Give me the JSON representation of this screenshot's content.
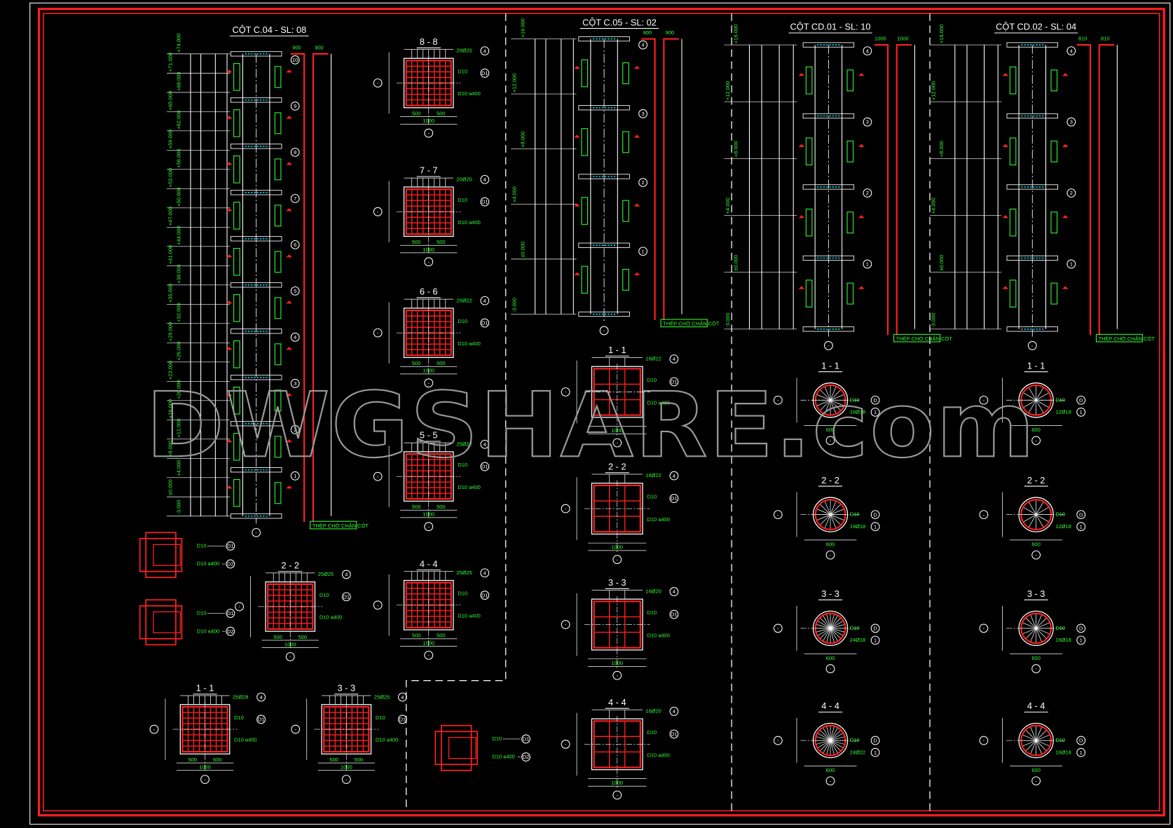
{
  "colors": {
    "background": "#000000",
    "frame": "#ff2020",
    "lines": "#ffffff",
    "text": "#33ff33",
    "hatch": "#00e5ff"
  },
  "watermark": "DWGSHARE.com",
  "panels": [
    {
      "title": "CỘT C.04 - SL: 08",
      "elevations": [
        "+74.000",
        "+71.000",
        "+68.000",
        "+65.000",
        "+62.000",
        "+59.000",
        "+56.000",
        "+53.000",
        "+50.000",
        "+47.000",
        "+44.000",
        "+41.000",
        "+38.000",
        "+35.000",
        "+32.000",
        "+29.000",
        "+26.000",
        "+23.000",
        "+20.000",
        "+16.000",
        "+12.000",
        "+8.000",
        "+4.000",
        "±0.000",
        "-3.000"
      ],
      "top_dims": [
        "900",
        "900"
      ],
      "note": "THÉP CHỜ CHÂN CỘT"
    },
    {
      "title": "CỘT C.05 - SL: 02",
      "elevations": [
        "+16.000",
        "+12.000",
        "+8.000",
        "+4.000",
        "±0.000",
        "-3.000"
      ],
      "top_dims": [
        "900",
        "900"
      ],
      "note": "THÉP CHỜ CHÂN CỘT"
    },
    {
      "title": "CỘT CD.01 - SL: 10",
      "elevations": [
        "+16.000",
        "+12.000",
        "+8.000",
        "+4.000",
        "±0.000",
        "-3.000"
      ],
      "top_dims": [
        "1000",
        "1000"
      ],
      "note": "THÉP CHỜ CHÂN CỘT"
    },
    {
      "title": "CỘT CD.02 - SL: 04",
      "elevations": [
        "+16.000",
        "+12.000",
        "+8.000",
        "+4.000",
        "±0.000",
        "-3.000"
      ],
      "top_dims": [
        "810",
        "810"
      ],
      "note": "THÉP CHỜ CHÂN CỘT"
    }
  ],
  "sections_c04": [
    {
      "label": "8 - 8",
      "bars": "20Ø20",
      "stirrup": "D10",
      "tie": "D10 a400",
      "bottom": "1000",
      "half": "500"
    },
    {
      "label": "7 - 7",
      "bars": "20Ø20",
      "stirrup": "D10",
      "tie": "D10 a400",
      "bottom": "1000",
      "half": "500"
    },
    {
      "label": "6 - 6",
      "bars": "25Ø22",
      "stirrup": "D10",
      "tie": "D10 a400",
      "bottom": "1000",
      "half": "500"
    },
    {
      "label": "5 - 5",
      "bars": "25Ø22",
      "stirrup": "D10",
      "tie": "D10 a400",
      "bottom": "1000",
      "half": "500"
    },
    {
      "label": "4 - 4",
      "bars": "25Ø25",
      "stirrup": "D10",
      "tie": "D10 a400",
      "bottom": "1000",
      "half": "500"
    },
    {
      "label": "2 - 2",
      "bars": "25Ø25",
      "stirrup": "D10",
      "tie": "D10 a400",
      "bottom": "1000",
      "half": "500"
    },
    {
      "label": "1 - 1",
      "bars": "25Ø28",
      "stirrup": "D10",
      "tie": "D10 a400",
      "bottom": "1000",
      "half": "500"
    },
    {
      "label": "3 - 3",
      "bars": "25Ø25",
      "stirrup": "D10",
      "tie": "D10 a400",
      "bottom": "1000",
      "half": "500"
    }
  ],
  "sections_c05": [
    {
      "label": "1 - 1",
      "bars": "16Ø22",
      "stirrup": "D10",
      "tie": "D10 a400",
      "bottom": "1000"
    },
    {
      "label": "2 - 2",
      "bars": "16Ø22",
      "stirrup": "D10",
      "tie": "D10 a400",
      "bottom": "1000"
    },
    {
      "label": "3 - 3",
      "bars": "16Ø20",
      "stirrup": "D10",
      "tie": "D10 a400",
      "bottom": "1000"
    },
    {
      "label": "4 - 4",
      "bars": "16Ø20",
      "stirrup": "D10",
      "tie": "D10 a400",
      "bottom": "1000"
    }
  ],
  "sections_cd01": [
    {
      "label": "1 - 1",
      "bars": "16Ø18",
      "stirrup": "D10",
      "bottom": "600"
    },
    {
      "label": "2 - 2",
      "bars": "16Ø18",
      "stirrup": "D10",
      "bottom": "600"
    },
    {
      "label": "3 - 3",
      "bars": "24Ø18",
      "stirrup": "D10",
      "bottom": "600"
    },
    {
      "label": "4 - 4",
      "bars": "24Ø22",
      "stirrup": "D10",
      "bottom": "600"
    }
  ],
  "sections_cd02": [
    {
      "label": "1 - 1",
      "bars": "12Ø18",
      "stirrup": "D10",
      "bottom": "600"
    },
    {
      "label": "2 - 2",
      "bars": "12Ø18",
      "stirrup": "D10",
      "bottom": "600"
    },
    {
      "label": "3 - 3",
      "bars": "16Ø18",
      "stirrup": "D10",
      "bottom": "600"
    },
    {
      "label": "4 - 4",
      "bars": "16Ø18",
      "stirrup": "D10",
      "bottom": "600"
    }
  ],
  "stirrup_details": [
    {
      "a": "D10",
      "b": "D10 a400"
    },
    {
      "a": "D10",
      "b": "D10 a400"
    },
    {
      "a": "D10",
      "b": "D10 a400"
    }
  ]
}
